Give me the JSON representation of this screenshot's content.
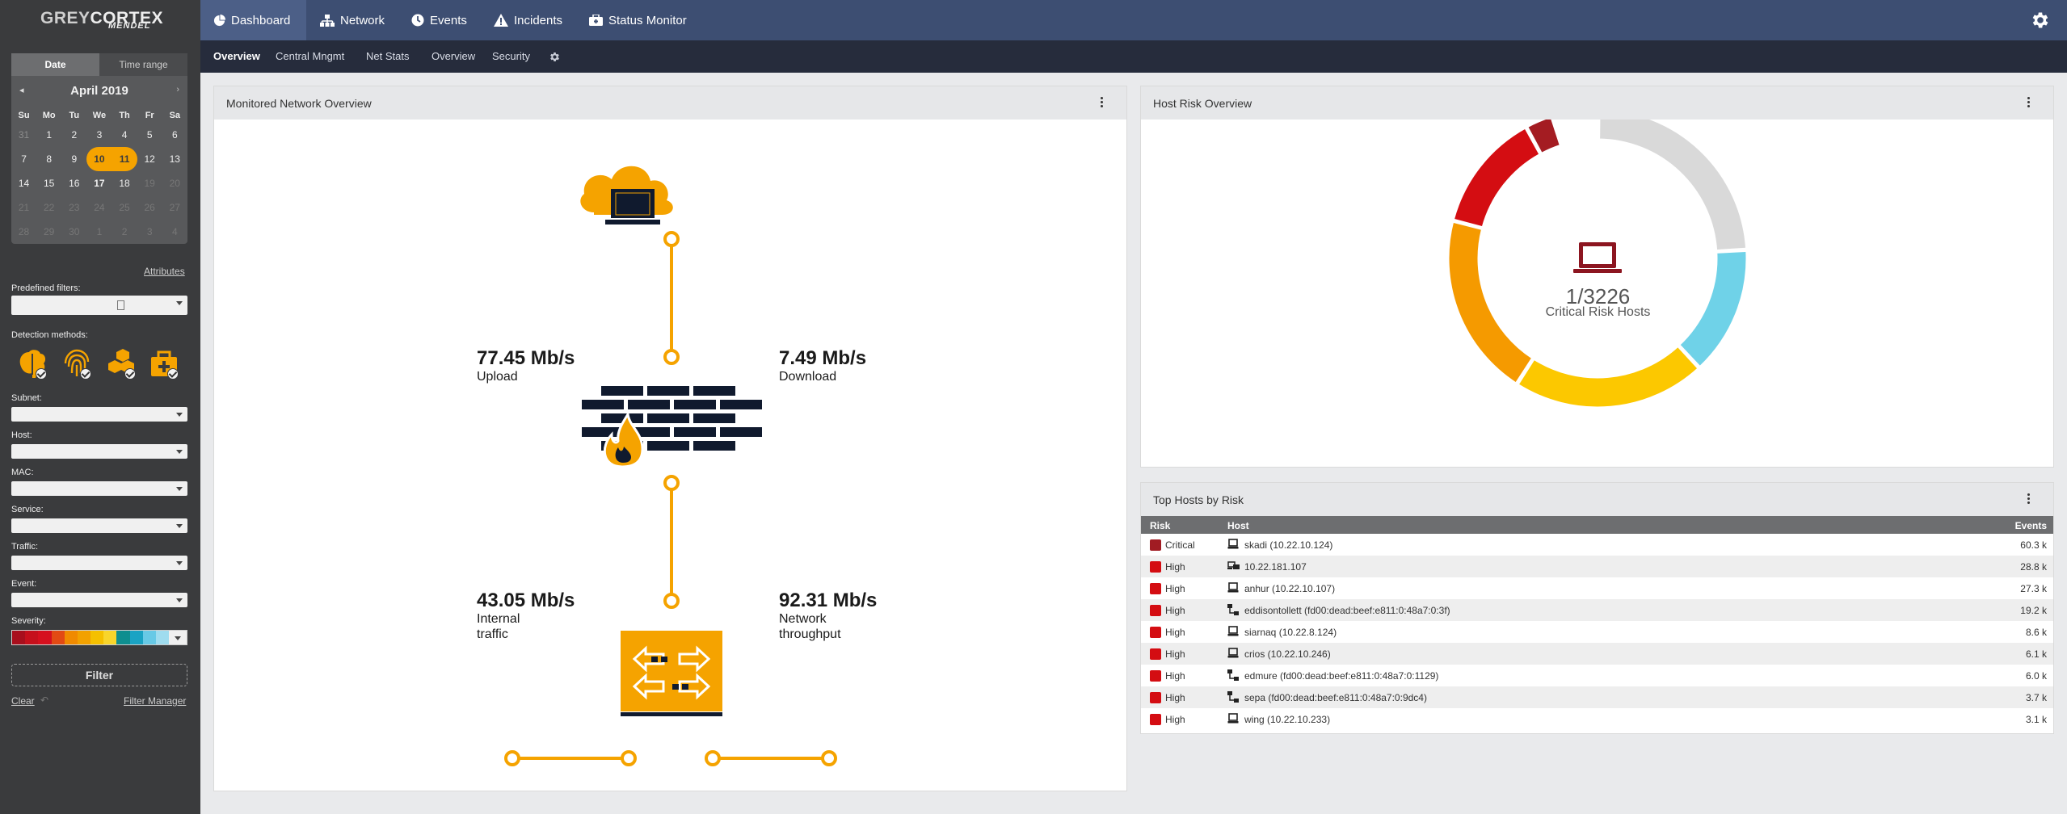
{
  "logo": {
    "brand_a": "GREY",
    "brand_b": "CORTEX",
    "product": "MENDEL"
  },
  "nav": {
    "items": [
      {
        "label": "Dashboard",
        "icon": "pie-chart-icon"
      },
      {
        "label": "Network",
        "icon": "network-icon"
      },
      {
        "label": "Events",
        "icon": "clock-icon"
      },
      {
        "label": "Incidents",
        "icon": "warning-icon"
      },
      {
        "label": "Status Monitor",
        "icon": "status-monitor-icon"
      }
    ],
    "active": "Dashboard"
  },
  "subnav": {
    "items": [
      "Overview",
      "Central Mngmt",
      "Net Stats",
      "Overview",
      "Security"
    ],
    "active": "Overview"
  },
  "sidebar": {
    "tabs": {
      "date": "Date",
      "time": "Time range"
    },
    "calendar": {
      "month": "April 2019",
      "prev": "◂",
      "next": "›",
      "dow": [
        "Su",
        "Mo",
        "Tu",
        "We",
        "Th",
        "Fr",
        "Sa"
      ],
      "weeks": [
        [
          "31",
          "1",
          "2",
          "3",
          "4",
          "5",
          "6"
        ],
        [
          "7",
          "8",
          "9",
          "10",
          "11",
          "12",
          "13"
        ],
        [
          "14",
          "15",
          "16",
          "17",
          "18",
          "19",
          "20"
        ],
        [
          "21",
          "22",
          "23",
          "24",
          "25",
          "26",
          "27"
        ],
        [
          "28",
          "29",
          "30",
          "1",
          "2",
          "3",
          "4"
        ]
      ]
    },
    "attributes_link": "Attributes",
    "predefined_filters_label": "Predefined filters:",
    "detection_methods_label": "Detection methods:",
    "subnet_label": "Subnet:",
    "host_label": "Host:",
    "mac_label": "MAC:",
    "service_label": "Service:",
    "traffic_label": "Traffic:",
    "event_label": "Event:",
    "severity_label": "Severity:",
    "severity_colors": [
      "#a80f1d",
      "#c6101c",
      "#d6101e",
      "#e24a14",
      "#f08a00",
      "#f2a100",
      "#f5c000",
      "#f8d52b",
      "#0e8e8f",
      "#1aa3c4",
      "#67c9e6",
      "#9fdcef"
    ],
    "filter_button": "Filter",
    "clear_link": "Clear",
    "filter_manager_link": "Filter Manager"
  },
  "network_panel": {
    "title": "Monitored Network Overview",
    "upload_value": "77.45 Mb/s",
    "upload_label": "Upload",
    "download_value": "7.49 Mb/s",
    "download_label": "Download",
    "internal_value": "43.05 Mb/s",
    "internal_label_1": "Internal",
    "internal_label_2": "traffic",
    "network_value": "92.31 Mb/s",
    "network_label_1": "Network",
    "network_label_2": "throughput",
    "accent": "#f5a300",
    "dark": "#101a2e"
  },
  "risk_panel": {
    "title": "Host Risk Overview",
    "center_value": "1/3226",
    "center_label": "Critical Risk Hosts",
    "segments": [
      {
        "fraction": 0.24,
        "color": "#d9d9d9"
      },
      {
        "fraction": 0.14,
        "color": "#6fd2e8"
      },
      {
        "fraction": 0.21,
        "color": "#fcc800"
      },
      {
        "fraction": 0.2,
        "color": "#f59a00"
      },
      {
        "fraction": 0.13,
        "color": "#d40d12"
      },
      {
        "fraction": 0.03,
        "color": "#a41c22"
      }
    ]
  },
  "top_hosts": {
    "title": "Top Hosts by Risk",
    "columns": {
      "risk": "Risk",
      "host": "Host",
      "events": "Events"
    },
    "rows": [
      {
        "risk": "Critical",
        "color": "#a11c23",
        "host": "skadi (10.22.10.124)",
        "events": "60.3 k",
        "icon": "laptop-icon"
      },
      {
        "risk": "High",
        "color": "#d40d12",
        "host": "10.22.181.107",
        "icon": "multi-device-icon",
        "events": "28.8 k"
      },
      {
        "risk": "High",
        "color": "#d40d12",
        "host": "anhur (10.22.10.107)",
        "icon": "laptop-icon",
        "events": "27.3 k"
      },
      {
        "risk": "High",
        "color": "#d40d12",
        "host": "eddisontollett (fd00:dead:beef:e811:0:48a7:0:3f)",
        "icon": "network-device-icon",
        "events": "19.2 k"
      },
      {
        "risk": "High",
        "color": "#d40d12",
        "host": "siarnaq (10.22.8.124)",
        "icon": "laptop-icon",
        "events": "8.6 k"
      },
      {
        "risk": "High",
        "color": "#d40d12",
        "host": "crios (10.22.10.246)",
        "icon": "laptop-icon",
        "events": "6.1 k"
      },
      {
        "risk": "High",
        "color": "#d40d12",
        "host": "edmure (fd00:dead:beef:e811:0:48a7:0:1129)",
        "icon": "network-device-icon",
        "events": "6.0 k"
      },
      {
        "risk": "High",
        "color": "#d40d12",
        "host": "sepa (fd00:dead:beef:e811:0:48a7:0:9dc4)",
        "icon": "network-device-icon",
        "events": "3.7 k"
      },
      {
        "risk": "High",
        "color": "#d40d12",
        "host": "wing (10.22.10.233)",
        "icon": "laptop-icon",
        "events": "3.1 k"
      }
    ]
  }
}
